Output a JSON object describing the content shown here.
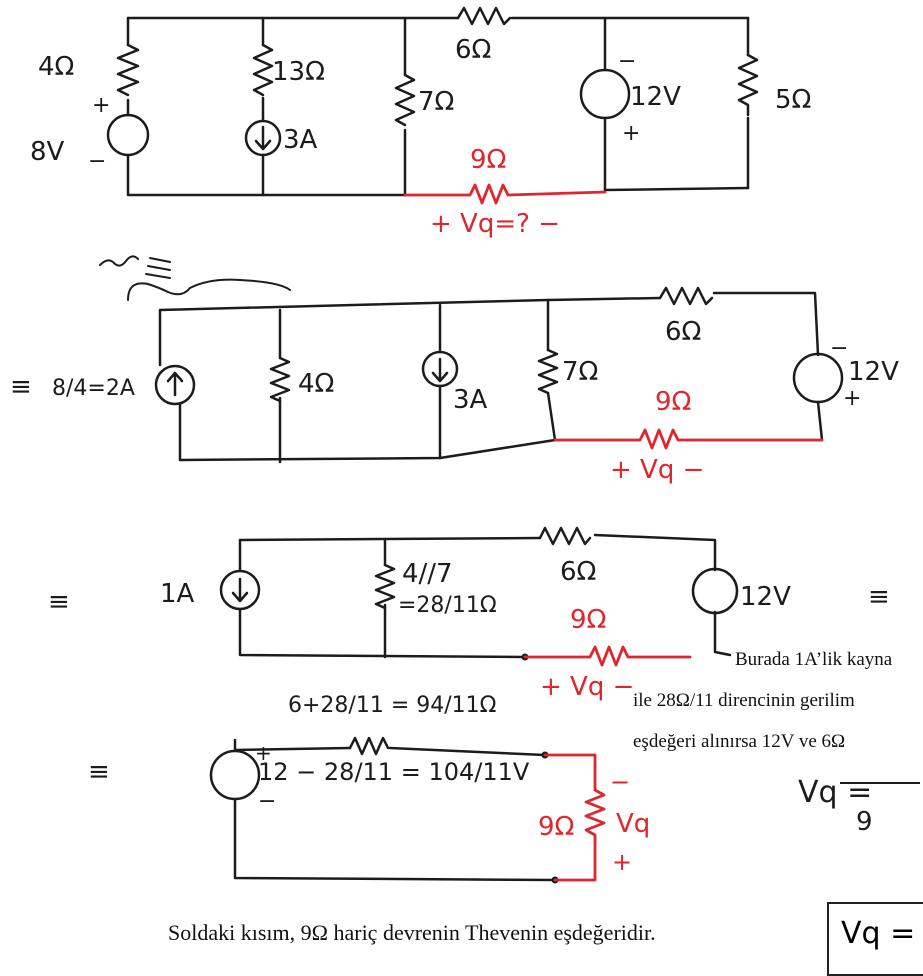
{
  "colors": {
    "ink": "#1c1c1c",
    "highlight": "#e0262c"
  },
  "circuit1": {
    "r4": "4Ω",
    "r13": "13Ω",
    "r7": "7Ω",
    "r6": "6Ω",
    "r5": "5Ω",
    "src8": "8V",
    "plus": "+",
    "minus": "−",
    "cur3": "3A",
    "src12": "12V",
    "r9": "9Ω",
    "vq_label": "+ Vq=? −"
  },
  "circuit2": {
    "equiv": "≡",
    "src_frac": "8/4=2A",
    "r4": "4Ω",
    "cur3": "3A",
    "r7": "7Ω",
    "r6": "6Ω",
    "src12": "12V",
    "r9": "9Ω",
    "vq_label": "+ Vq −",
    "plus": "+",
    "minus": "−"
  },
  "circuit3": {
    "equiv": "≡",
    "cur1": "1A",
    "r_par": "4//7",
    "r_par_val": "=28/11Ω",
    "r6": "6Ω",
    "src12": "12V",
    "r9": "9Ω",
    "vq_label": "+ Vq −",
    "equiv_right": "≡"
  },
  "circuit4": {
    "equiv": "≡",
    "r_th": "6+28/11 = 94/11Ω",
    "v_th": "12 − 28/11 = 104/11V",
    "r9": "9Ω",
    "vq": "Vq",
    "plus": "+",
    "minus": "−"
  },
  "text": {
    "line1": "Burada 1A’lik kayna",
    "line2": "ile 28Ω/11 direncinin gerilim",
    "line3": "eşdeğeri alınırsa 12V ve 6Ω",
    "eq_start": "Vq = ",
    "eq_den": "9",
    "answer": "Vq =",
    "caption": "Soldaki kısım, 9Ω hariç devrenin Thevenin eşdeğeridir."
  }
}
